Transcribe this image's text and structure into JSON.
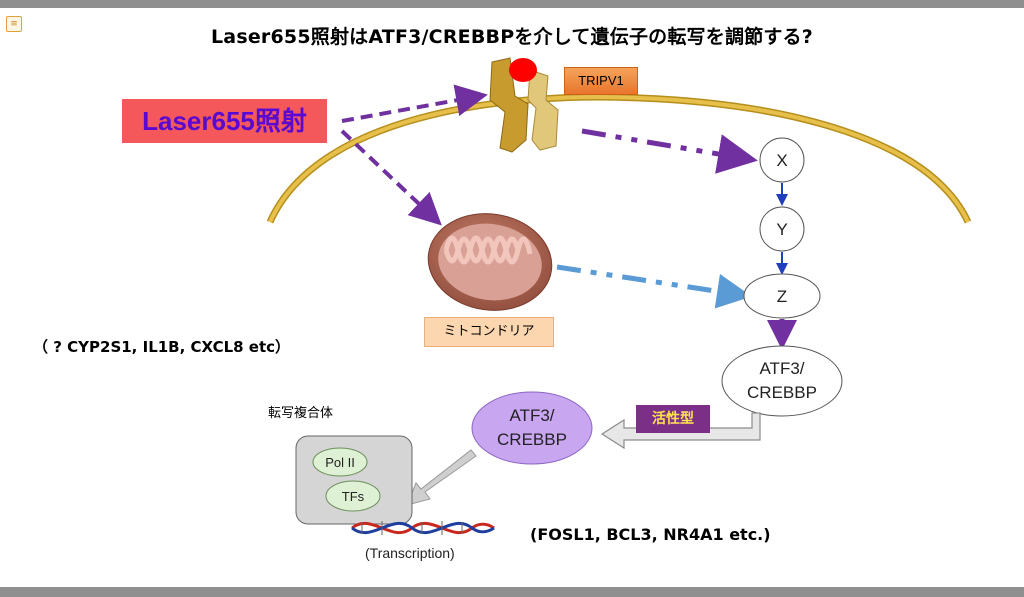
{
  "title": "Laser655照射はATF3/CREBBPを介して遺伝子の転写を調節する?",
  "labels": {
    "laser": "Laser655照射",
    "tripv1": "TRIPV1",
    "mitochondria": "ミトコンドリア",
    "nodes": {
      "x": "X",
      "y": "Y",
      "z": "Z"
    },
    "atf3_right": [
      "ATF3/",
      "CREBBP"
    ],
    "atf3_active": [
      "ATF3/",
      "CREBBP"
    ],
    "active_form": "活性型",
    "complex": "転写複合体",
    "pol2": "Pol II",
    "tfs": "TFs",
    "transcription": "(Transcription)",
    "genes_left": "（ ? CYP2S1, IL1B, CXCL8 etc）",
    "genes_bottom": "(FOSL1, BCL3, NR4A1 etc.)"
  },
  "colors": {
    "laser_bg": "#f4585b",
    "laser_text": "#5a0ad0",
    "arrow_purple": "#7030a0",
    "arrow_blue": "#5b9bd5",
    "membrane": "#d4a62a",
    "atf3_active_fill": "#c9a6f0",
    "active_box": "#7b2f86"
  }
}
